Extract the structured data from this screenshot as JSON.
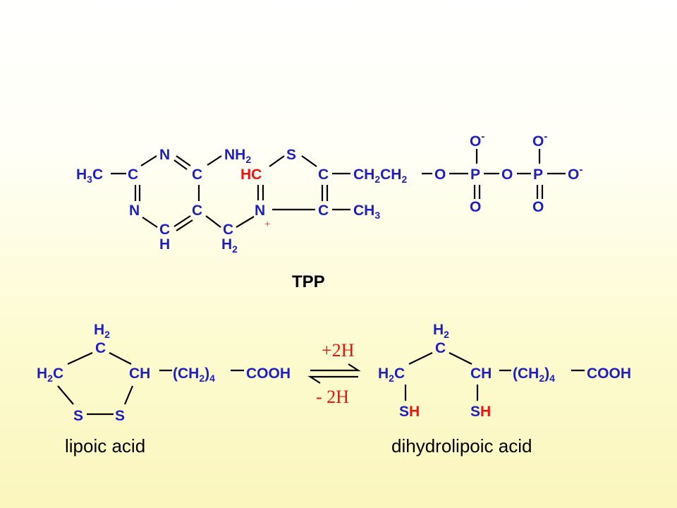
{
  "tpp": {
    "title": "TPP",
    "h3c": {
      "main": "H",
      "sub": "3",
      "tail": "C"
    },
    "c": "C",
    "n": "N",
    "s": "S",
    "nh2": {
      "main": "NH",
      "sub": "2"
    },
    "hc_red": "HC",
    "h": "H",
    "h2": {
      "main": "H",
      "sub": "2"
    },
    "ch2ch2": {
      "a": "CH",
      "s1": "2",
      "b": "CH",
      "s2": "2"
    },
    "ch3": {
      "main": "CH",
      "sub": "3"
    },
    "o": "O",
    "p": "P",
    "o_minus": {
      "main": "O",
      "sup": "-"
    },
    "plus_charge": "+"
  },
  "lipoic": {
    "label": "lipoic acid",
    "h2": {
      "main": "H",
      "sub": "2"
    },
    "c": "C",
    "h2c": {
      "main": "H",
      "sub": "2",
      "tail": "C"
    },
    "ch": "CH",
    "chain": {
      "open": "(CH",
      "sub": "2",
      "close": ")",
      "sub2": "4"
    },
    "cooh": "COOH",
    "s": "S"
  },
  "reaction": {
    "forward": "+2H",
    "reverse": "- 2H"
  },
  "dihydrolipoic": {
    "label": "dihydrolipoic acid",
    "h2": {
      "main": "H",
      "sub": "2"
    },
    "c": "C",
    "h2c": {
      "main": "H",
      "sub": "2",
      "tail": "C"
    },
    "ch": "CH",
    "chain": {
      "open": "(CH",
      "sub": "2",
      "close": ")",
      "sub2": "4"
    },
    "cooh": "COOH",
    "sh": {
      "s": "S",
      "h": "H"
    }
  }
}
